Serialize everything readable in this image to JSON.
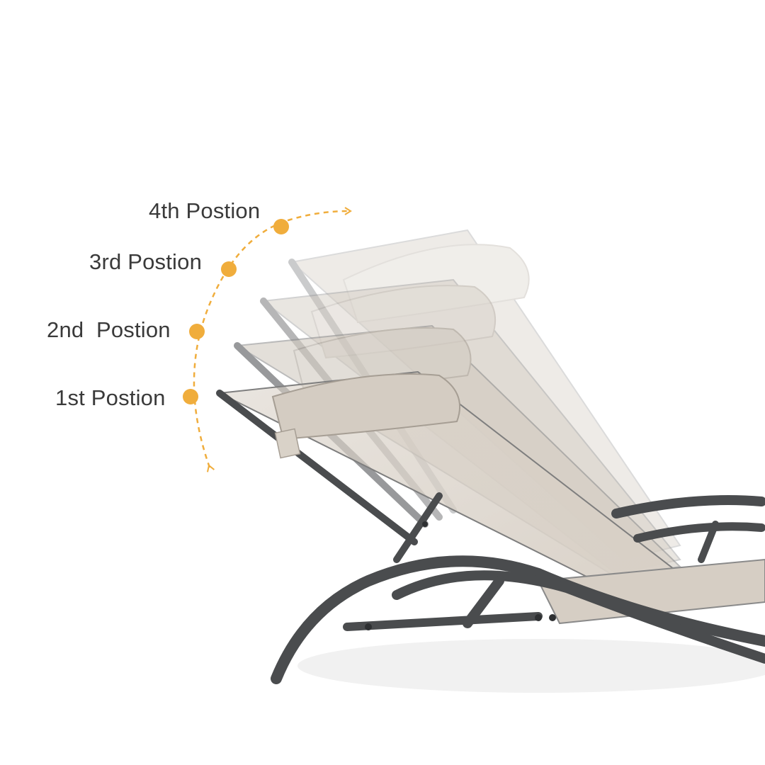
{
  "positions": [
    {
      "label": "1st Postion"
    },
    {
      "label": "2nd  Postion"
    },
    {
      "label": "3rd Postion"
    },
    {
      "label": "4th Postion"
    }
  ],
  "colors": {
    "accent": "#f0ad3c",
    "frame": "#4a4c4e",
    "fabric": "#d8d0c6",
    "text": "#3a3a3a"
  },
  "icons": [
    "position-dot-icon",
    "dashed-arrow-icon"
  ]
}
